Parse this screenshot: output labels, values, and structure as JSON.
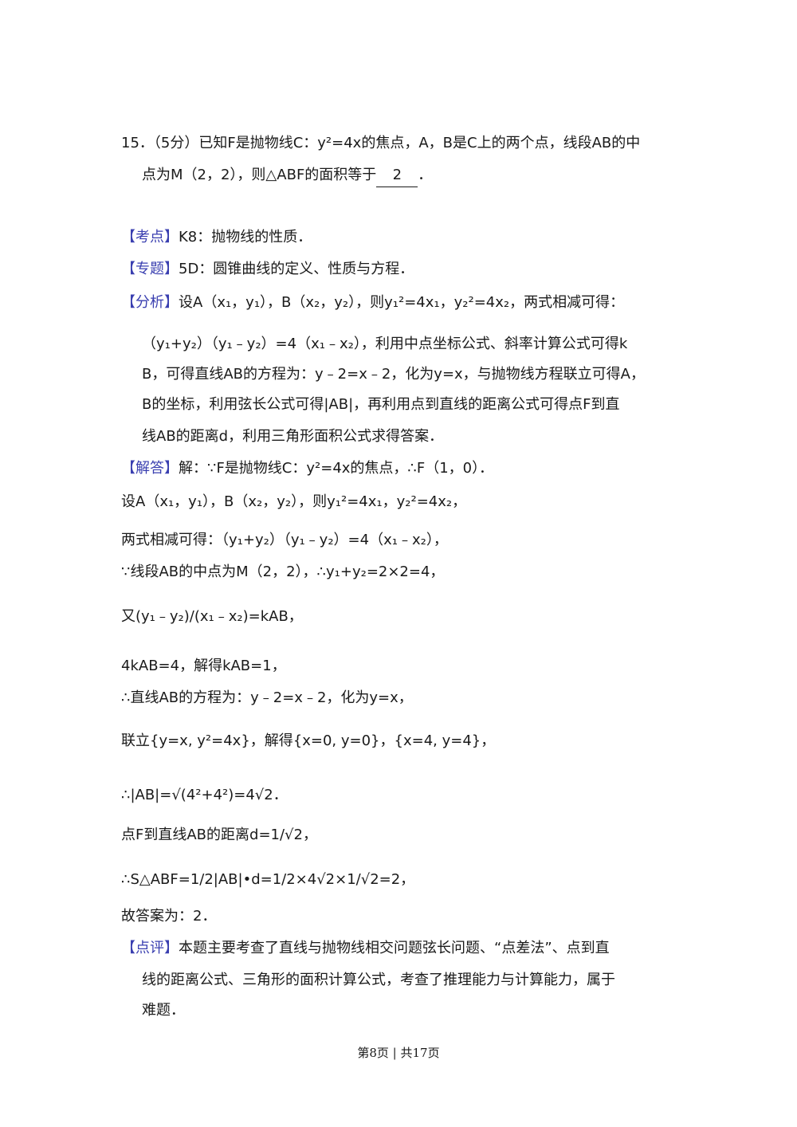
{
  "problem": {
    "number": "15．",
    "line1": "（5分）已知F是抛物线C：y²=4x的焦点，A，B是C上的两个点，线段AB的中",
    "line2_pre": "点为M（2，2），则△ABF的面积等于",
    "answer": "2",
    "line2_post": "．"
  },
  "tags": {
    "kaodian": "【考点】",
    "zhuanti": "【专题】",
    "fenxi": "【分析】",
    "jieda": "【解答】",
    "dianping": "【点评】"
  },
  "kaodian_text": "K8：抛物线的性质．",
  "zhuanti_text": "5D：圆锥曲线的定义、性质与方程．",
  "fenxi": {
    "line1": "设A（x₁，y₁），B（x₂，y₂），则y₁²=4x₁，y₂²=4x₂，两式相减可得：",
    "line2": "（y₁+y₂）（y₁﹣y₂）=4（x₁﹣x₂），利用中点坐标公式、斜率计算公式可得k",
    "line3": "B，可得直线AB的方程为：y﹣2=x﹣2，化为y=x，与抛物线方程联立可得A，",
    "line4": "B的坐标，利用弦长公式可得|AB|，再利用点到直线的距离公式可得点F到直",
    "line5": "线AB的距离d，利用三角形面积公式求得答案．"
  },
  "jieda": {
    "line1": "解：∵F是抛物线C：y²=4x的焦点，∴F（1，0）．",
    "line2": "设A（x₁，y₁），B（x₂，y₂），则y₁²=4x₁，y₂²=4x₂，",
    "line3": "两式相减可得：（y₁+y₂）（y₁﹣y₂）=4（x₁﹣x₂），",
    "line4": "∵线段AB的中点为M（2，2），∴y₁+y₂=2×2=4，",
    "line5": "又(y₁﹣y₂)/(x₁﹣x₂)=kAB，",
    "line6": "4kAB=4，解得kAB=1，",
    "line7": "∴直线AB的方程为：y﹣2=x﹣2，化为y=x，",
    "line8": "联立{y=x, y²=4x}，解得{x=0, y=0}，{x=4, y=4}，",
    "line9": "∴|AB|=√(4²+4²)=4√2．",
    "line10": "点F到直线AB的距离d=1/√2，",
    "line11": "∴S△ABF=1/2|AB|•d=1/2×4√2×1/√2=2，",
    "line12": "故答案为：2．"
  },
  "dianping": {
    "line1": "本题主要考查了直线与抛物线相交问题弦长问题、“点差法”、点到直",
    "line2": "线的距离公式、三角形的面积计算公式，考查了推理能力与计算能力，属于",
    "line3": "难题．"
  },
  "footer": "第8页 | 共17页"
}
